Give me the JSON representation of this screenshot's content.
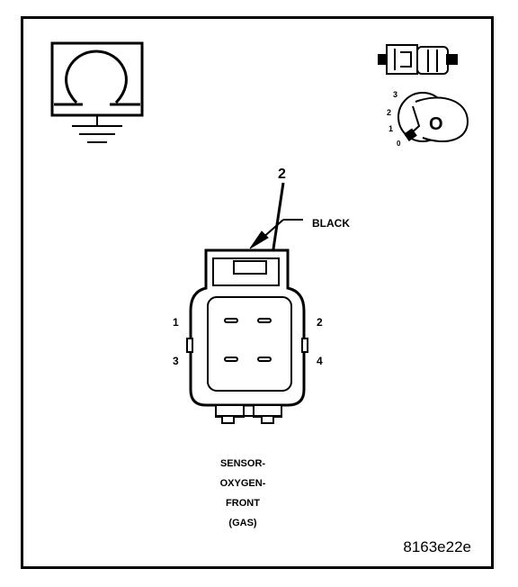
{
  "diagram": {
    "callout_number": "2",
    "wire_color_label": "BLACK",
    "pins": [
      {
        "number": "1"
      },
      {
        "number": "2"
      },
      {
        "number": "3"
      },
      {
        "number": "4"
      }
    ],
    "ignition_positions": [
      "3",
      "2",
      "1",
      "0"
    ],
    "key_label": "O",
    "caption_lines": [
      "SENSOR-",
      "OXYGEN-",
      "FRONT",
      "(GAS)"
    ],
    "figure_id": "8163e22e",
    "icons": [
      "ohmmeter-ground-symbol-icon",
      "connector-icon",
      "ignition-key-icon"
    ]
  }
}
